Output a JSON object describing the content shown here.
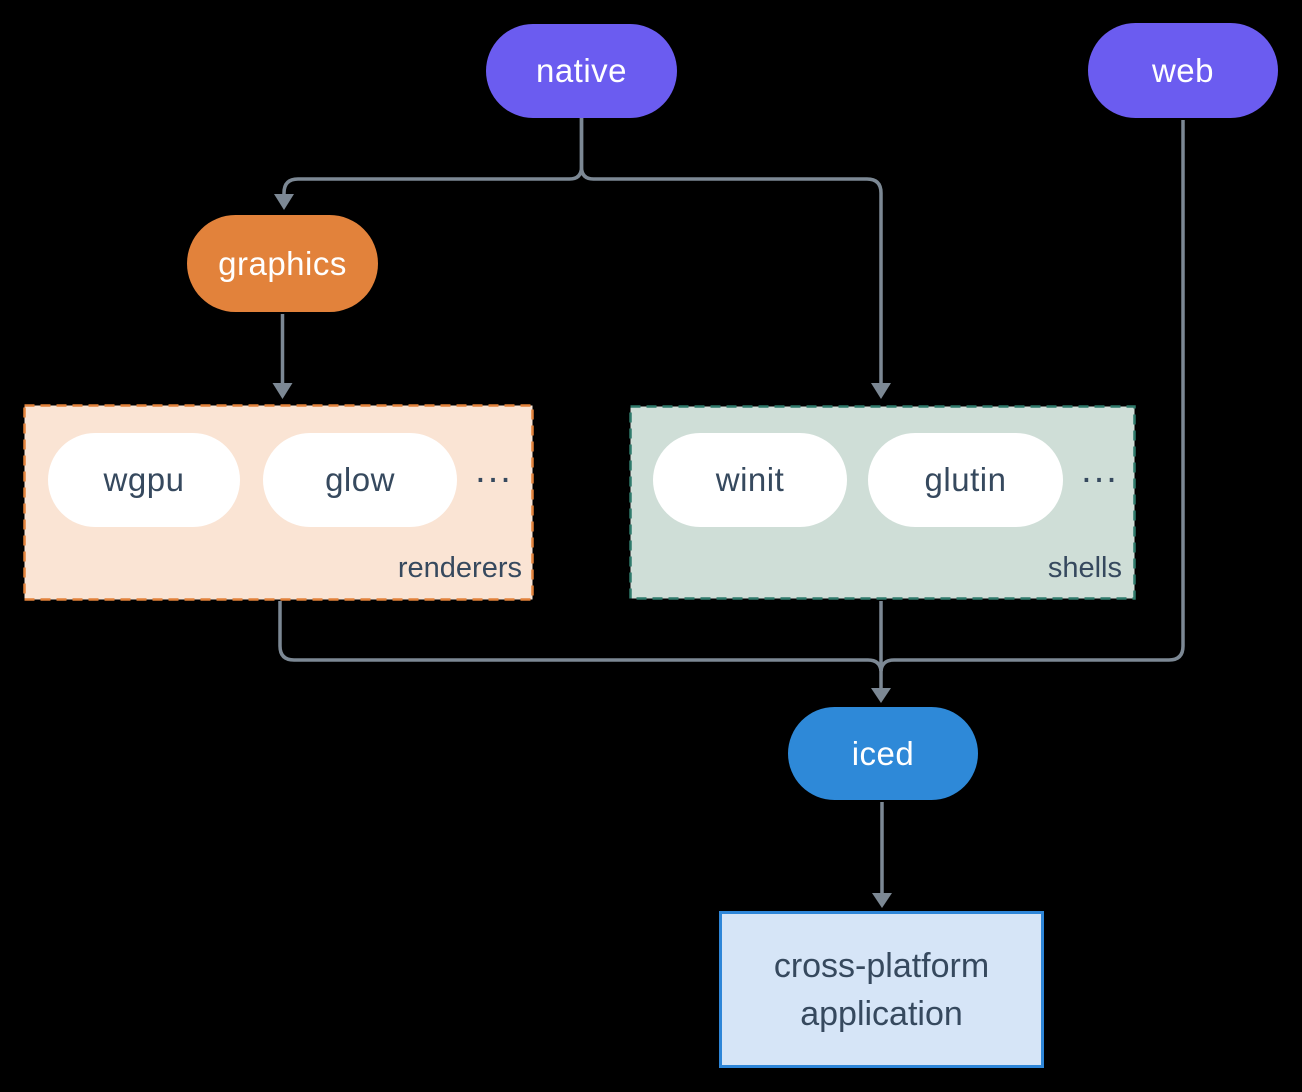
{
  "diagram": {
    "background_color": "#000000",
    "connector_color": "#7C8894",
    "nodes": {
      "native": {
        "label": "native",
        "fill": "#6B5CF0",
        "text_color": "#FFFFFF"
      },
      "web": {
        "label": "web",
        "fill": "#6B5CF0",
        "text_color": "#FFFFFF"
      },
      "graphics": {
        "label": "graphics",
        "fill": "#E2823B",
        "text_color": "#FFFFFF"
      },
      "iced": {
        "label": "iced",
        "fill": "#2E89D8",
        "text_color": "#FFFFFF"
      },
      "application": {
        "label_line1": "cross-platform",
        "label_line2": "application",
        "fill": "#D6E5F7",
        "border_color": "#2E86D8",
        "text_color": "#36495E"
      }
    },
    "groups": {
      "renderers": {
        "label": "renderers",
        "fill": "#FAE4D4",
        "border_color": "#E2823B",
        "items": [
          "wgpu",
          "glow"
        ],
        "ellipsis": "..."
      },
      "shells": {
        "label": "shells",
        "fill": "#CFDED7",
        "border_color": "#2F7A6B",
        "items": [
          "winit",
          "glutin"
        ],
        "ellipsis": "..."
      }
    }
  }
}
